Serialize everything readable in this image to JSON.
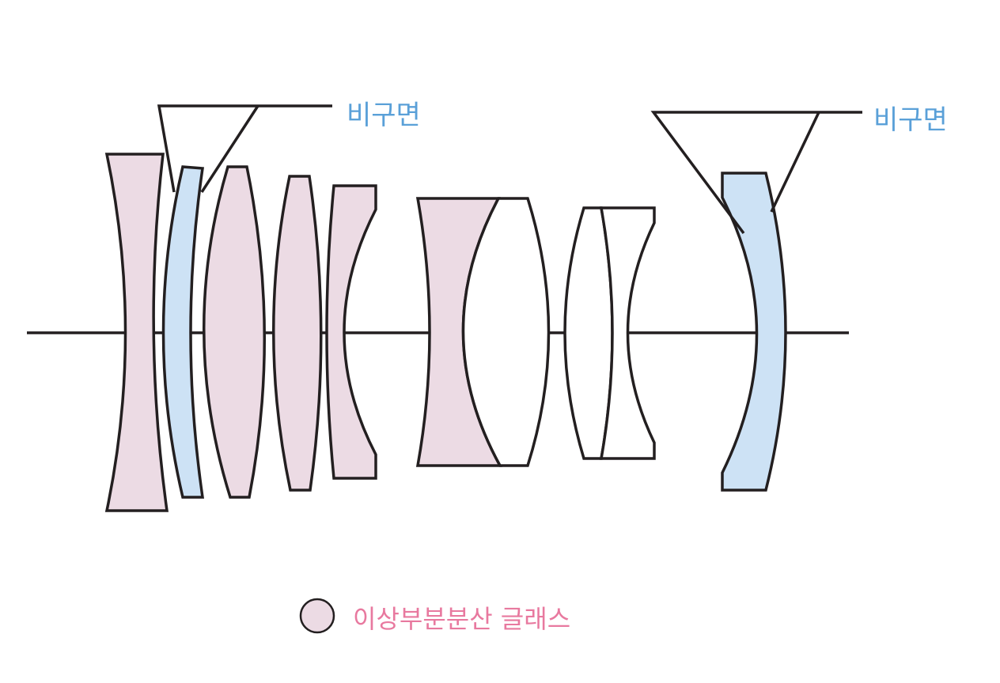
{
  "colors": {
    "ed_glass_fill": "#ecdbe4",
    "aspheric_fill": "#cde2f5",
    "plain_fill": "#ffffff",
    "outline": "#231f20",
    "aspheric_label": "#5aa0d8",
    "legend_label": "#e8799f"
  },
  "labels": {
    "aspheric_left": "비구면",
    "aspheric_right": "비구면"
  },
  "legend": {
    "text": "이상부분분산 글래스",
    "swatch_color": "#ecdbe4"
  }
}
